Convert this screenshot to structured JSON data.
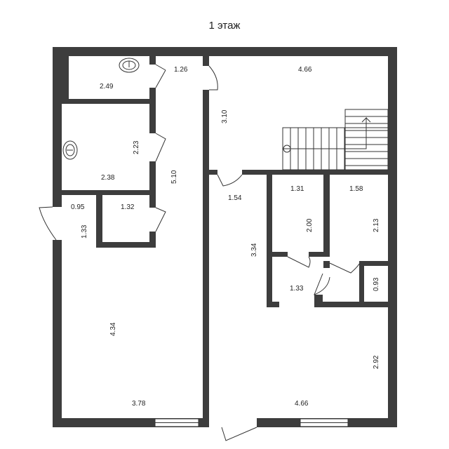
{
  "title": "1 этаж",
  "dimensions": {
    "bath_top_width": "2.49",
    "corridor_top": "1.26",
    "hall_top_width": "4.66",
    "hall_height": "3.10",
    "bath2_height": "2.23",
    "bath2_width": "2.38",
    "corridor_length": "5.10",
    "door_width": "1.54",
    "room_a_width": "1.31",
    "room_a_height": "2.00",
    "room_b_width": "1.58",
    "room_b_height": "2.13",
    "entry_width": "0.95",
    "closet_width": "1.32",
    "entry_height": "1.33",
    "central_height": "3.34",
    "vestibule_width": "1.33",
    "niche_height": "0.93",
    "left_room_height": "4.34",
    "left_room_width": "3.78",
    "right_room_height": "2.92",
    "right_room_width": "4.66"
  }
}
